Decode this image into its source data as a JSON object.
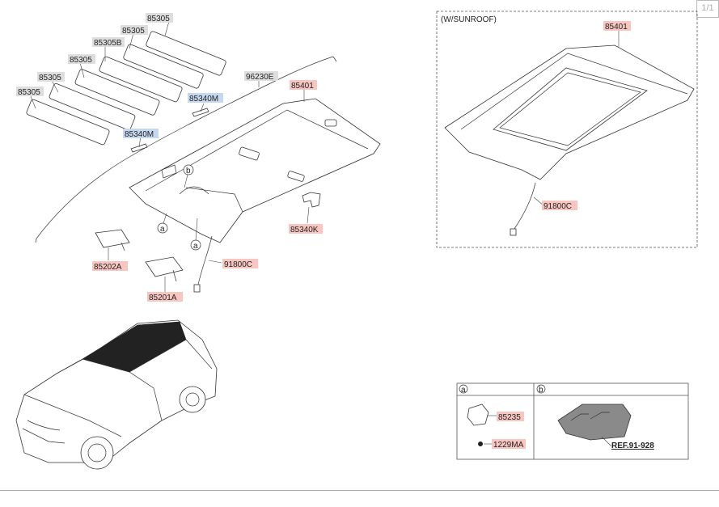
{
  "page_indicator": "1/1",
  "inset": {
    "title": "(W/SUNROOF)"
  },
  "labels": {
    "p85305_a": "85305",
    "p85305_b": "85305",
    "p85305b": "85305B",
    "p85305_c": "85305",
    "p85305_d": "85305",
    "p85305_e": "85305",
    "p96230e": "96230E",
    "p85401": "85401",
    "p85340m_a": "85340M",
    "p85340m_b": "85340M",
    "p85340k": "85340K",
    "p85202a": "85202A",
    "p85201a": "85201A",
    "p91800c": "91800C",
    "inset_85401": "85401",
    "inset_91800c": "91800C",
    "callout_a1": "a",
    "callout_a2": "a",
    "callout_b": "b"
  },
  "detail": {
    "col_a": "a",
    "col_b": "b",
    "p85235": "85235",
    "p1229ma": "1229MA",
    "ref": "REF.91-928"
  },
  "colors": {
    "red_tag": "#f7c6c1",
    "blue_tag": "#c6d8ef",
    "gray_tag": "#dedede"
  }
}
